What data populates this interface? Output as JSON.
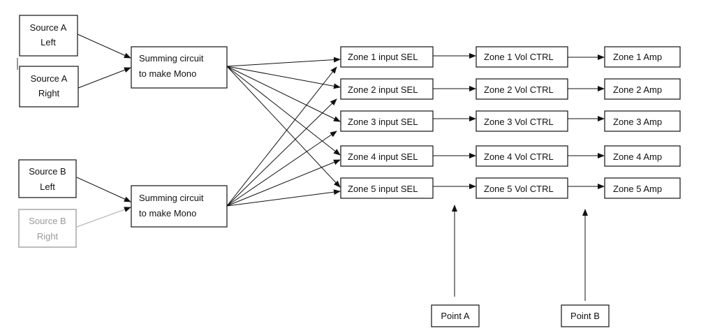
{
  "diagram": {
    "sources": [
      {
        "line1": "Source A",
        "line2": "Left"
      },
      {
        "line1": "Source A",
        "line2": "Right"
      },
      {
        "line1": "Source B",
        "line2": "Left"
      },
      {
        "line1": "Source B",
        "line2": "Right"
      }
    ],
    "summing": [
      {
        "line1": "Summing circuit",
        "line2": "to make Mono"
      },
      {
        "line1": "Summing circuit",
        "line2": "to make Mono"
      }
    ],
    "zones": [
      {
        "sel": "Zone 1 input SEL",
        "vol": "Zone 1 Vol CTRL",
        "amp": "Zone 1 Amp"
      },
      {
        "sel": "Zone 2 input SEL",
        "vol": "Zone 2 Vol CTRL",
        "amp": "Zone 2 Amp"
      },
      {
        "sel": "Zone 3 input SEL",
        "vol": "Zone 3 Vol CTRL",
        "amp": "Zone 3 Amp"
      },
      {
        "sel": "Zone 4 input SEL",
        "vol": "Zone 4 Vol CTRL",
        "amp": "Zone 4 Amp"
      },
      {
        "sel": "Zone 5 input SEL",
        "vol": "Zone 5 Vol CTRL",
        "amp": "Zone 5 Amp"
      }
    ],
    "points": {
      "a": "Point A",
      "b": "Point B"
    }
  }
}
